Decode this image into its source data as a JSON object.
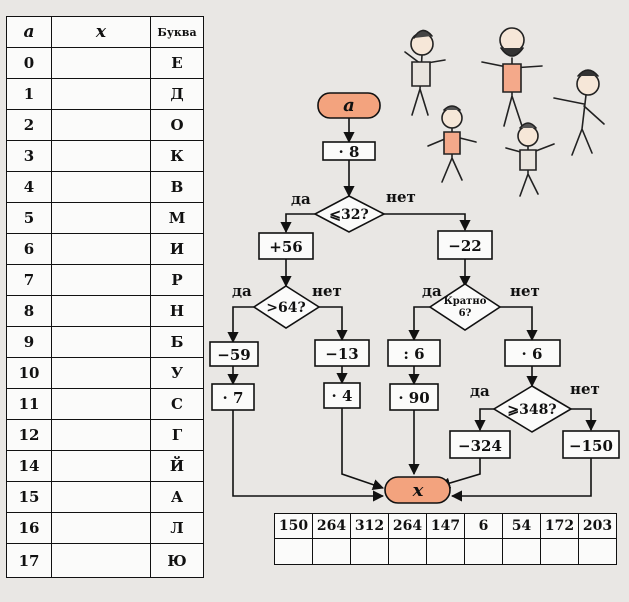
{
  "table": {
    "headers": {
      "a": "a",
      "x": "x",
      "letter": "Буква"
    },
    "rows": [
      {
        "a": "0",
        "letter": "Е"
      },
      {
        "a": "1",
        "letter": "Д"
      },
      {
        "a": "2",
        "letter": "О"
      },
      {
        "a": "3",
        "letter": "К"
      },
      {
        "a": "4",
        "letter": "В"
      },
      {
        "a": "5",
        "letter": "М"
      },
      {
        "a": "6",
        "letter": "И"
      },
      {
        "a": "7",
        "letter": "Р"
      },
      {
        "a": "8",
        "letter": "Н"
      },
      {
        "a": "9",
        "letter": "Б"
      },
      {
        "a": "10",
        "letter": "У"
      },
      {
        "a": "11",
        "letter": "С"
      },
      {
        "a": "12",
        "letter": "Г"
      },
      {
        "a": "14",
        "letter": "Й"
      },
      {
        "a": "15",
        "letter": "А"
      },
      {
        "a": "16",
        "letter": "Л"
      },
      {
        "a": "17",
        "letter": "Ю"
      }
    ]
  },
  "flowchart": {
    "start": "a",
    "end": "x",
    "step1": "· 8",
    "cond1": "⩽32?",
    "yes": "да",
    "no": "нет",
    "left_add": "+56",
    "right_sub": "−22",
    "cond2": ">64?",
    "cond3_line1": "Кратно",
    "cond3_line2": "6?",
    "op_m59": "−59",
    "op_m13": "−13",
    "op_div6": ": 6",
    "op_mul6": "· 6",
    "op_mul7": "· 7",
    "op_mul4": "· 4",
    "op_mul90": "· 90",
    "cond4": "⩾348?",
    "op_m324": "−324",
    "op_m150": "−150"
  },
  "answers": [
    "150",
    "264",
    "312",
    "264",
    "147",
    "6",
    "54",
    "172",
    "203"
  ],
  "colors": {
    "terminal": "#f3a37e",
    "line": "#111111",
    "paper": "#fbfbfa"
  }
}
